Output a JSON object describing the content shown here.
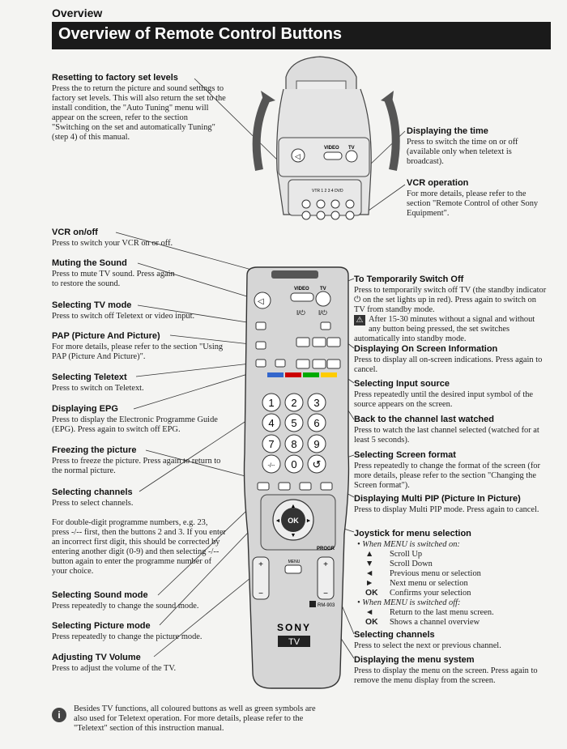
{
  "header": {
    "section_label": "Overview",
    "title": "Overview of Remote Control Buttons"
  },
  "left_annotations": [
    {
      "title": "Resetting to factory set levels",
      "body": "Press the to return the picture and sound settings to factory set levels. This will also return the set to the install condition, the \"Auto Tuning\" menu will appear on the screen, refer to the section \"Switching on the set and automatically Tuning\" (step 4) of this manual."
    },
    {
      "title": "VCR on/off",
      "body": "Press to switch your VCR on or off."
    },
    {
      "title": "Muting the Sound",
      "body": "Press to mute TV sound. Press again to restore the sound."
    },
    {
      "title": "Selecting TV mode",
      "body": "Press to switch off Teletext or video input."
    },
    {
      "title": "PAP (Picture And Picture)",
      "body": "For more details, please refer to the section \"Using PAP (Picture And Picture)\"."
    },
    {
      "title": "Selecting Teletext",
      "body": "Press to switch on Teletext."
    },
    {
      "title": "Displaying EPG",
      "body": "Press to display the Electronic Programme Guide (EPG). Press again to switch off EPG."
    },
    {
      "title": "Freezing the picture",
      "body": "Press to freeze the picture. Press again to return to the normal picture."
    },
    {
      "title": "Selecting channels",
      "body": "Press to select channels.",
      "body2": "For double-digit programme numbers, e.g. 23, press -/-- first, then the buttons 2 and 3. If you enter an incorrect first digit, this should be corrected by entering another digit (0-9) and then selecting -/-- button again to enter the programme number of your choice."
    },
    {
      "title": "Selecting Sound mode",
      "body": "Press repeatedly to change the sound mode."
    },
    {
      "title": "Selecting Picture mode",
      "body": "Press repeatedly to change the picture mode."
    },
    {
      "title": "Adjusting TV Volume",
      "body": "Press to adjust the volume of the TV."
    }
  ],
  "right_annotations": [
    {
      "title": "Displaying the time",
      "body": "Press to switch the time on or off (available only when teletext is broadcast)."
    },
    {
      "title": "VCR operation",
      "body": "For more details, please refer to the section \"Remote Control of other Sony Equipment\"."
    },
    {
      "title": "To Temporarily Switch Off",
      "body": "Press to temporarily switch off TV (the standby indicator ⏻ on the set lights up in red). Press again to switch on TV from standby mode.",
      "warning": "After 15-30 minutes without a signal and without any button being pressed, the set switches automatically into standby mode."
    },
    {
      "title": "Displaying On Screen Information",
      "body": "Press to display all on-screen indications. Press again to cancel."
    },
    {
      "title": "Selecting Input source",
      "body": "Press repeatedly until the desired input symbol of the source appears on the screen."
    },
    {
      "title": "Back to the channel last watched",
      "body": "Press to watch the last channel selected (watched for at least 5 seconds)."
    },
    {
      "title": "Selecting Screen format",
      "body": "Press repeatedly to change the format of the screen (for more details, please refer to the section \"Changing the Screen format\")."
    },
    {
      "title": "Displaying Multi PIP (Picture In Picture)",
      "body": "Press to display Multi PIP mode. Press again to cancel."
    },
    {
      "title": "Joystick for menu selection"
    },
    {
      "title": "Selecting channels",
      "body": "Press to select the next or previous channel."
    },
    {
      "title": "Displaying the menu system",
      "body": "Press to display the menu on the screen. Press again to remove the menu display from the screen."
    }
  ],
  "joystick": {
    "when_on": "When MENU is switched on:",
    "on_items": [
      {
        "sym": "▲",
        "text": "Scroll Up"
      },
      {
        "sym": "▼",
        "text": "Scroll Down"
      },
      {
        "sym": "◄",
        "text": "Previous menu or selection"
      },
      {
        "sym": "►",
        "text": "Next menu or selection"
      },
      {
        "sym": "OK",
        "text": "Confirms your selection"
      }
    ],
    "when_off": "When MENU is switched off:",
    "off_items": [
      {
        "sym": "◄",
        "text": "Return to the last menu screen."
      },
      {
        "sym": "OK",
        "text": "Shows a channel overview"
      }
    ]
  },
  "note": {
    "icon": "info-icon",
    "text": "Besides TV functions, all coloured buttons as well as green symbols are also used for Teletext operation. For more details, please refer to the \"Teletext\" section of this instruction manual."
  },
  "remote": {
    "video_label": "VIDEO",
    "tv_label": "TV",
    "vtr_label": "VTR 1 2 3 4 DVD",
    "digits": [
      "1",
      "2",
      "3",
      "4",
      "5",
      "6",
      "7",
      "8",
      "9",
      "-/--",
      "0",
      "↺"
    ],
    "ok_label": "OK",
    "menu_label": "MENU",
    "progr_label": "PROGR",
    "model_label": "RM-903",
    "brand": "SONY",
    "tv_badge": "TV"
  }
}
